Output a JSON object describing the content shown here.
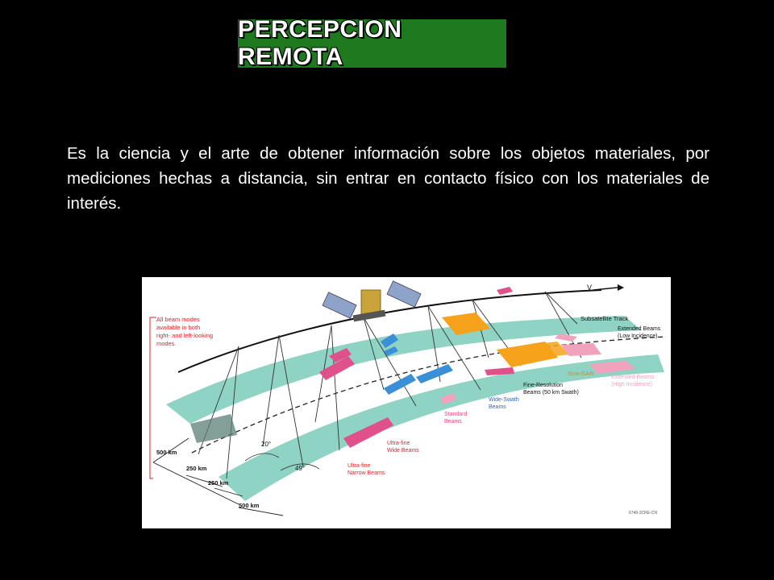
{
  "slide": {
    "title": "PERCEPCION REMOTA",
    "body": "Es la ciencia y el arte de obtener información sobre los objetos materiales, por mediciones hechas a distancia, sin entrar en contacto físico con los materiales de interés."
  },
  "figure": {
    "note": "All beam modes available in both right- and left-looking modes.",
    "note_lines": [
      "All beam modes",
      "available in both",
      "right- and left-looking",
      "modes."
    ],
    "velocity": "V",
    "subsatellite_track": "Subsatellite Track",
    "extended_low": [
      "Extended Beams",
      "(Low Incidence)"
    ],
    "scansar": "ScanSAR",
    "extended_high": [
      "Extended Beams",
      "(High Incidence)"
    ],
    "fine_resolution": [
      "Fine-Resolution",
      "Beams (50 km Swath)"
    ],
    "wide_swath": [
      "Wide-Swath",
      "Beams"
    ],
    "standard": [
      "Standard",
      "Beams"
    ],
    "ultrafine_wide": [
      "Ultra-fine",
      "Wide Beams"
    ],
    "ultrafine_narrow": [
      "Ultra-fine",
      "Narrow Beams"
    ],
    "angle_20": "20°",
    "angle_49": "49°",
    "dist_500_top": "500 km",
    "dist_250_a": "250 km",
    "dist_250_b": "250 km",
    "dist_500_bottom": "500 km",
    "code": "6746-3CRE-CN",
    "colors": {
      "swath": "#8fd3c4",
      "pink": "#e0508a",
      "orange": "#f7a21b",
      "blue": "#3a8fd6",
      "light_pink": "#f1a3bd",
      "annotation_red": "#d9262b",
      "scansar_text": "#f07e26",
      "wide_swath_text": "#2d6cc0",
      "title_bg": "#1f7a1f"
    }
  }
}
